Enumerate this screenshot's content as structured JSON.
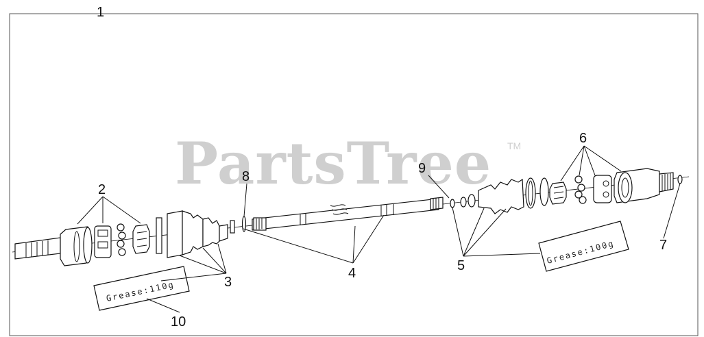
{
  "watermark": {
    "text": "PartsTree",
    "trademark": "TM"
  },
  "callouts": {
    "c1": "1",
    "c2": "2",
    "c3": "3",
    "c4": "4",
    "c5": "5",
    "c6": "6",
    "c7": "7",
    "c8": "8",
    "c9": "9",
    "c10": "10"
  },
  "grease_labels": {
    "left": "Grease:110g",
    "right": "Grease:100g"
  }
}
